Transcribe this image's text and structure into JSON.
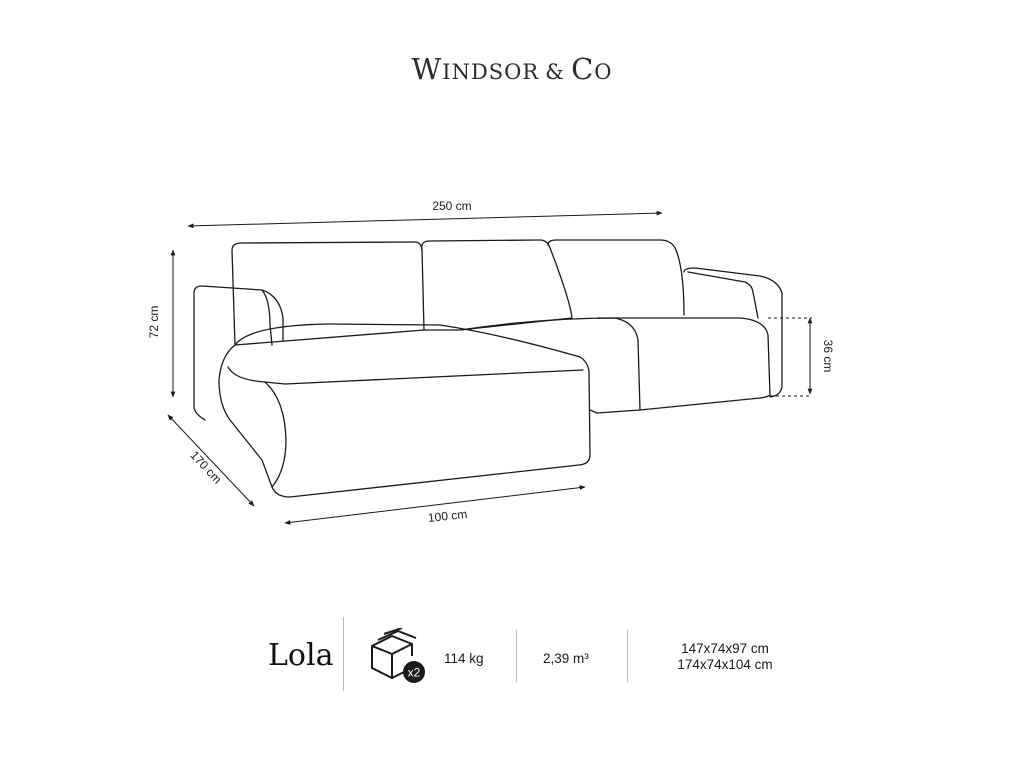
{
  "brand": {
    "initial_1": "W",
    "rest_1": "INDSOR",
    "amp": "&",
    "initial_2": "C",
    "rest_2": "O"
  },
  "dimensions": {
    "width": "250 cm",
    "height": "72 cm",
    "seat_height": "36 cm",
    "depth": "170 cm",
    "chaise_width": "100 cm"
  },
  "product": {
    "name": "Lola",
    "packages_badge": "x2",
    "weight": "114 kg",
    "volume": "2,39 m³",
    "package_size_1": "147x74x97 cm",
    "package_size_2": "174x74x104 cm"
  },
  "icons": [
    "box-stack-icon"
  ]
}
